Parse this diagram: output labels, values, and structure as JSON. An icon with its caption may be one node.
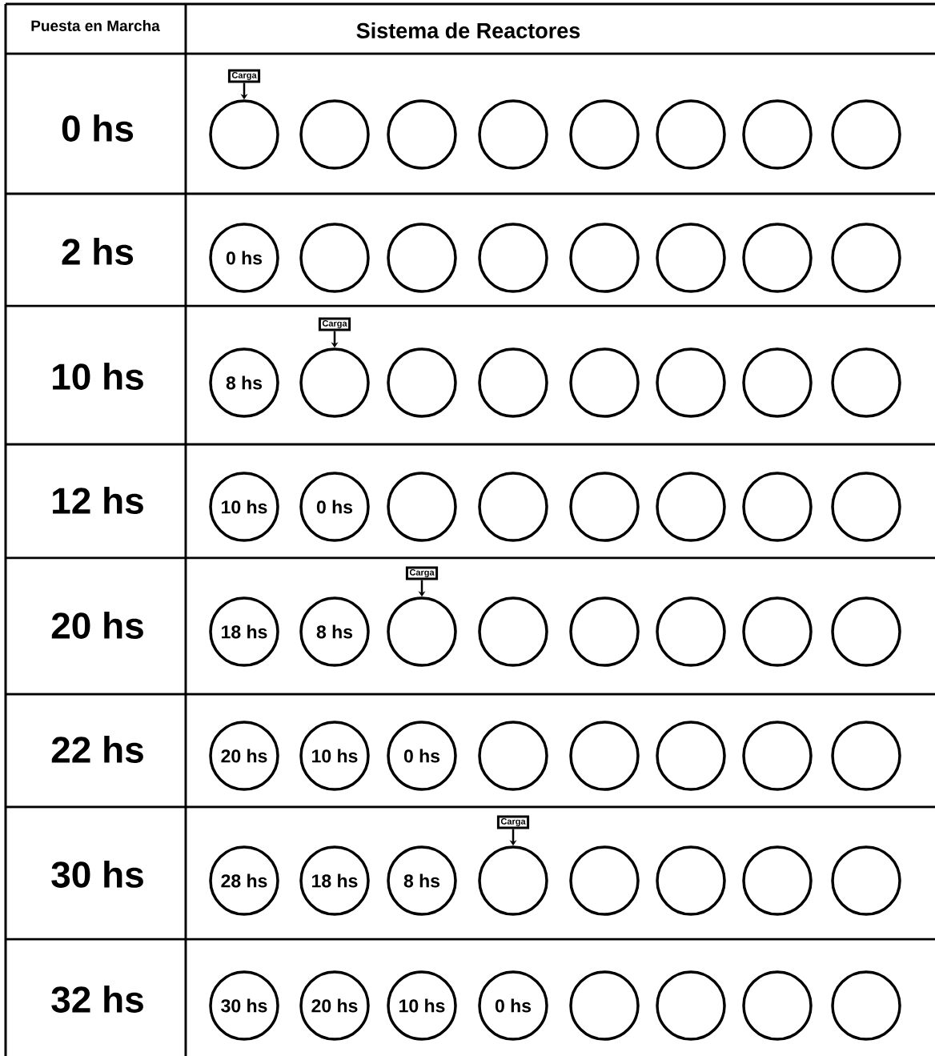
{
  "diagram": {
    "nodes": [
      {
        "text": [
          "Carga"
        ]
      },
      {
        "text": [],
        "shape": "circle"
      },
      {
        "text": [],
        "shape": "circle"
      },
      {
        "text": [],
        "shape": "circle"
      },
      {
        "text": [],
        "shape": "circle"
      },
      {
        "text": [],
        "shape": "circle"
      },
      {
        "text": [],
        "shape": "circle"
      },
      {
        "text": [],
        "shape": "circle"
      },
      {
        "text": [],
        "shape": "circle"
      },
      {
        "text": [
          "0 hs"
        ]
      },
      {
        "text": [],
        "shape": "circle"
      },
      {
        "text": [],
        "shape": "circle"
      },
      {
        "text": [],
        "shape": "circle"
      },
      {
        "text": [],
        "shape": "circle"
      },
      {
        "text": [],
        "shape": "circle"
      },
      {
        "text": [],
        "shape": "circle"
      },
      {
        "text": [],
        "shape": "circle"
      },
      {
        "text": [
          "Carga"
        ]
      },
      {
        "text": [
          "8 hs"
        ]
      },
      {
        "text": [],
        "shape": "circle"
      },
      {
        "text": [],
        "shape": "circle"
      },
      {
        "text": [],
        "shape": "circle"
      },
      {
        "text": [],
        "shape": "circle"
      },
      {
        "text": [],
        "shape": "circle"
      },
      {
        "text": [],
        "shape": "circle"
      },
      {
        "text": [],
        "shape": "circle"
      },
      {
        "text": [
          "10 hs"
        ]
      },
      {
        "text": [
          "0 hs"
        ]
      },
      {
        "text": [],
        "shape": "circle"
      },
      {
        "text": [],
        "shape": "circle"
      },
      {
        "text": [],
        "shape": "circle"
      },
      {
        "text": [],
        "shape": "circle"
      },
      {
        "text": [],
        "shape": "circle"
      },
      {
        "text": [],
        "shape": "circle"
      },
      {
        "text": [
          "Carga"
        ]
      },
      {
        "text": [
          "18 hs"
        ]
      },
      {
        "text": [
          "8 hs"
        ]
      },
      {
        "text": [],
        "shape": "circle"
      },
      {
        "text": [],
        "shape": "circle"
      },
      {
        "text": [],
        "shape": "circle"
      },
      {
        "text": [],
        "shape": "circle"
      },
      {
        "text": [],
        "shape": "circle"
      },
      {
        "text": [],
        "shape": "circle"
      },
      {
        "text": [
          "20 hs"
        ]
      },
      {
        "text": [
          "10 hs"
        ]
      },
      {
        "text": [
          "0 hs"
        ]
      },
      {
        "text": [],
        "shape": "circle"
      },
      {
        "text": [],
        "shape": "circle"
      },
      {
        "text": [],
        "shape": "circle"
      },
      {
        "text": [],
        "shape": "circle"
      },
      {
        "text": [],
        "shape": "circle"
      },
      {
        "text": [
          "Carga"
        ]
      },
      {
        "text": [
          "28 hs"
        ]
      },
      {
        "text": [
          "18 hs"
        ]
      },
      {
        "text": [
          "8 hs"
        ]
      },
      {
        "text": [],
        "shape": "circle"
      },
      {
        "text": [],
        "shape": "circle"
      },
      {
        "text": [],
        "shape": "circle"
      },
      {
        "text": [],
        "shape": "circle"
      },
      {
        "text": [],
        "shape": "circle"
      },
      {
        "text": [
          "30 hs"
        ]
      },
      {
        "text": [
          "20 hs"
        ]
      },
      {
        "text": [
          "10 hs"
        ]
      },
      {
        "text": [
          "0 hs"
        ]
      },
      {
        "text": [],
        "shape": "circle"
      },
      {
        "text": [],
        "shape": "circle"
      },
      {
        "text": [],
        "shape": "circle"
      },
      {
        "text": [],
        "shape": "circle"
      }
    ],
    "edges": [
      {
        "from": 0,
        "to": 1,
        "arrow": "to"
      },
      {
        "from": 17,
        "to": 19,
        "arrow": "to"
      },
      {
        "from": 34,
        "to": 37,
        "arrow": "to"
      },
      {
        "from": 51,
        "to": 55,
        "arrow": "to"
      }
    ],
    "labels": [
      "Puesta en Marcha",
      "Sistema de Reactores",
      "0 hs",
      "2 hs",
      "10 hs",
      "12 hs",
      "20 hs",
      "22 hs",
      "30 hs",
      "32 hs"
    ]
  }
}
